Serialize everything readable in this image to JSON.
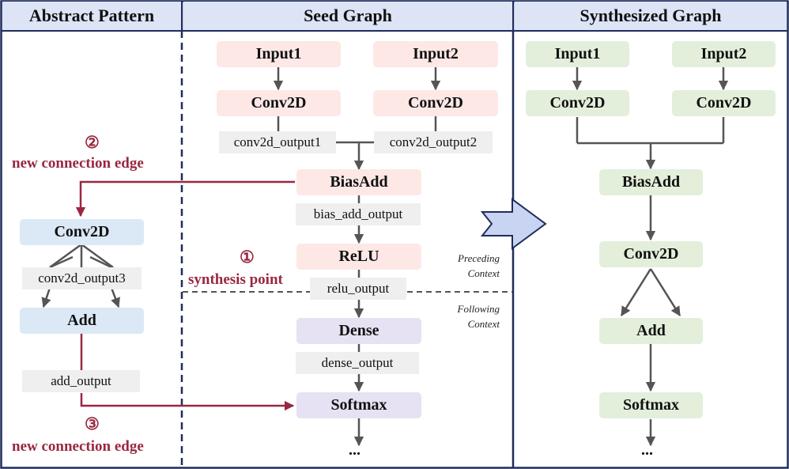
{
  "headers": {
    "abstract": "Abstract Pattern",
    "seed": "Seed Graph",
    "synth": "Synthesized Graph"
  },
  "seed": {
    "input1": "Input1",
    "input2": "Input2",
    "conv1": "Conv2D",
    "conv2": "Conv2D",
    "conv_out1": "conv2d_output1",
    "conv_out2": "conv2d_output2",
    "biasadd": "BiasAdd",
    "bias_out": "bias_add_output",
    "relu": "ReLU",
    "relu_out": "relu_output",
    "dense": "Dense",
    "dense_out": "dense_output",
    "softmax": "Softmax",
    "more": "...",
    "preceding": [
      "Preceding",
      "Context"
    ],
    "following": [
      "Following",
      "Context"
    ]
  },
  "abstract": {
    "conv": "Conv2D",
    "conv_out": "conv2d_output3",
    "add": "Add",
    "add_out": "add_output"
  },
  "annotations": {
    "step1_num": "①",
    "step1_text": "synthesis point",
    "step2_num": "②",
    "step2_text": "new connection edge",
    "step3_num": "③",
    "step3_text": "new connection edge"
  },
  "synth": {
    "input1": "Input1",
    "input2": "Input2",
    "conv1": "Conv2D",
    "conv2": "Conv2D",
    "biasadd": "BiasAdd",
    "conv": "Conv2D",
    "add": "Add",
    "softmax": "Softmax",
    "more": "..."
  },
  "colors": {
    "border": "#1f2d5a",
    "accent_red": "#9a2740",
    "arrow_gray": "#555555",
    "header_bg": "#dde4f6",
    "big_arrow": "#c9d4f3"
  }
}
